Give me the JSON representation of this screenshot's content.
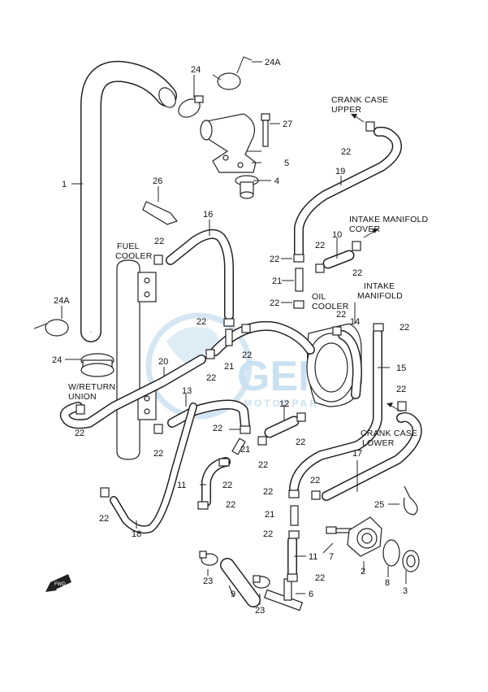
{
  "brand": "GEM",
  "brand_sub": "MOTORPARTS",
  "annotations": {
    "crank_upper_1": "CRANK CASE",
    "crank_upper_2": "UPPER",
    "intake_cover_1": "INTAKE MANIFOLD",
    "intake_cover_2": "COVER",
    "intake_manifold_1": "INTAKE",
    "intake_manifold_2": "MANIFOLD",
    "fuel_cooler_1": "FUEL",
    "fuel_cooler_2": "COOLER",
    "oil_cooler_1": "OIL",
    "oil_cooler_2": "COOLER",
    "return_union_1": "W/RETURN",
    "return_union_2": "UNION",
    "crank_lower_1": "CRANK CASE",
    "crank_lower_2": "LOWER",
    "fwd": "FWD"
  },
  "callouts": {
    "p1": "1",
    "p2": "2",
    "p3": "3",
    "p4": "4",
    "p5": "5",
    "p6": "6",
    "p7": "7",
    "p8": "8",
    "p9": "9",
    "p10": "10",
    "p11": "11",
    "p12": "12",
    "p13": "13",
    "p14": "14",
    "p15": "15",
    "p16": "16",
    "p17": "17",
    "p18": "18",
    "p19": "19",
    "p20": "20",
    "p21": "21",
    "p22": "22",
    "p23": "23",
    "p24": "24",
    "p24a": "24A",
    "p25": "25",
    "p26": "26",
    "p27": "27"
  }
}
